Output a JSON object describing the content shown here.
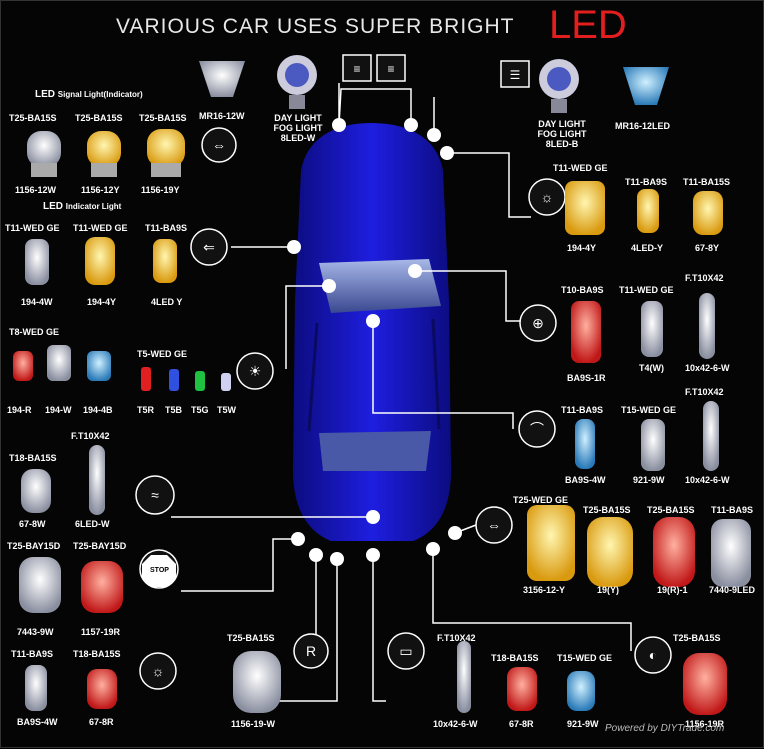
{
  "title": "VARIOUS CAR USES SUPER BRIGHT",
  "title_accent": "LED",
  "footer": "Powered by DIYTrade.com",
  "sections": {
    "signal": {
      "main": "LED",
      "sub": "Signal Light(Indicator)"
    },
    "indicator": {
      "main": "LED",
      "sub": "Indicator Light"
    }
  },
  "labels": {
    "top_mr16_w": "MR16-12W",
    "top_fog_w": [
      "DAY LIGHT",
      "FOG LIGHT",
      "8LED-W"
    ],
    "top_fog_b": [
      "DAY LIGHT",
      "FOG LIGHT",
      "8LED-B"
    ],
    "top_mr16_led": "MR16-12LED",
    "sig_t25_1": "T25-BA15S",
    "sig_t25_2": "T25-BA15S",
    "sig_t25_3": "T25-BA15S",
    "sig_b1": "1156-12W",
    "sig_b2": "1156-12Y",
    "sig_b3": "1156-19Y",
    "ind_h1": "T11-WED GE",
    "ind_h2": "T11-WED GE",
    "ind_h3": "T11-BA9S",
    "ind_b1": "194-4W",
    "ind_b2": "194-4Y",
    "ind_b3": "4LED Y",
    "t8_h": "T8-WED GE",
    "t8_b1": "194-R",
    "t8_b2": "194-W",
    "t8_b3": "194-4B",
    "t5_h": "T5-WED GE",
    "t5_b1": "T5R",
    "t5_b2": "T5B",
    "t5_b3": "T5G",
    "t5_b4": "T5W",
    "t18_h": "T18-BA15S",
    "t18_b": "67-8W",
    "ft_h": "F.T10X42",
    "ft_b": "6LED-W",
    "bay_h1": "T25-BAY15D",
    "bay_h2": "T25-BAY15D",
    "bay_b1": "7443-9W",
    "bay_b2": "1157-19R",
    "bl_h1": "T11-BA9S",
    "bl_h2": "T18-BA15S",
    "bl_b1": "BA9S-4W",
    "bl_b2": "67-8R",
    "bot_h1": "T25-BA15S",
    "bot_b1": "1156-19-W",
    "bot_h2": "F.T10X42",
    "bot_b2": "10x42-6-W",
    "bot_h3": "T18-BA15S",
    "bot_b3": "67-8R",
    "bot_h4": "T15-WED GE",
    "bot_b4": "921-9W",
    "bot_h5": "T25-BA15S",
    "bot_b5": "1156-19R",
    "r1_h1": "T11-WED GE",
    "r1_h2": "T11-BA9S",
    "r1_h3": "T11-BA15S",
    "r1_b1": "194-4Y",
    "r1_b2": "4LED-Y",
    "r1_b3": "67-8Y",
    "r2_h1": "T10-BA9S",
    "r2_h2": "T11-WED GE",
    "r2_h3": "F.T10X42",
    "r2_b1": "BA9S-1R",
    "r2_b2": "T4(W)",
    "r2_b3": "10x42-6-W",
    "r3_h1": "T11-BA9S",
    "r3_h2": "T15-WED GE",
    "r3_h3": "F.T10X42",
    "r3_b1": "BA9S-4W",
    "r3_b2": "921-9W",
    "r3_b3": "10x42-6-W",
    "r4_h1": "T25-WED GE",
    "r4_h2": "T25-BA15S",
    "r4_h3": "T25-BA15S",
    "r4_h4": "T11-BA9S",
    "r4_b1": "3156-12-Y",
    "r4_b2": "19(Y)",
    "r4_b3": "19(R)-1",
    "r4_b4": "7440-9LED",
    "stop_icon": "STOP"
  },
  "colors": {
    "car": "#1a1ac8",
    "led_accent": "#e21e1e",
    "line": "#ffffff",
    "background": "#050505"
  }
}
